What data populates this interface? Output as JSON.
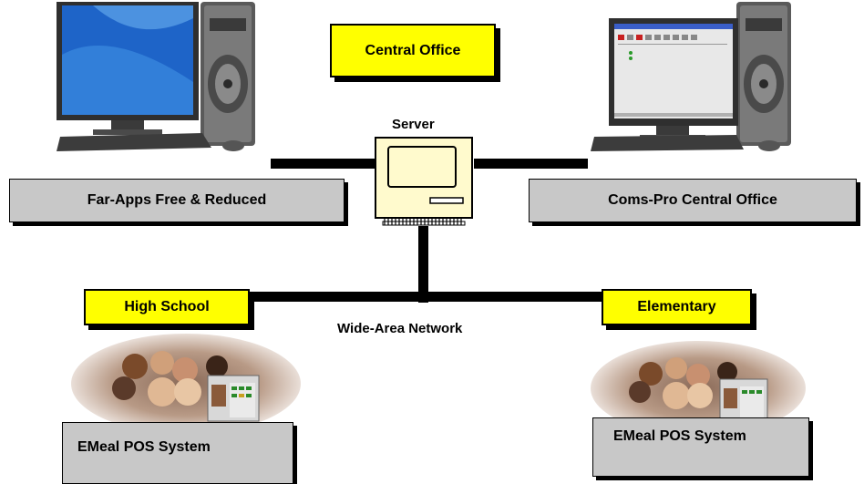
{
  "central_office": "Central Office",
  "server_label": "Server",
  "network_label": "Wide-Area Network",
  "far_apps": "Far-Apps Free & Reduced",
  "coms_pro": "Coms-Pro Central Office",
  "high_school": "High School",
  "elementary": "Elementary",
  "emeal_left": "EMeal POS System",
  "emeal_right": "EMeal POS System",
  "colors": {
    "yellow": "#ffff00",
    "grey_box": "#c8c8c8",
    "server_body": "#fffacd",
    "monitor_blue": "#1e64c8"
  },
  "icons": {
    "left_computer": "desktop-computer-icon",
    "right_computer": "desktop-computer-icon",
    "server": "server-icon",
    "left_photo": "students-photo",
    "right_photo": "students-photo"
  }
}
